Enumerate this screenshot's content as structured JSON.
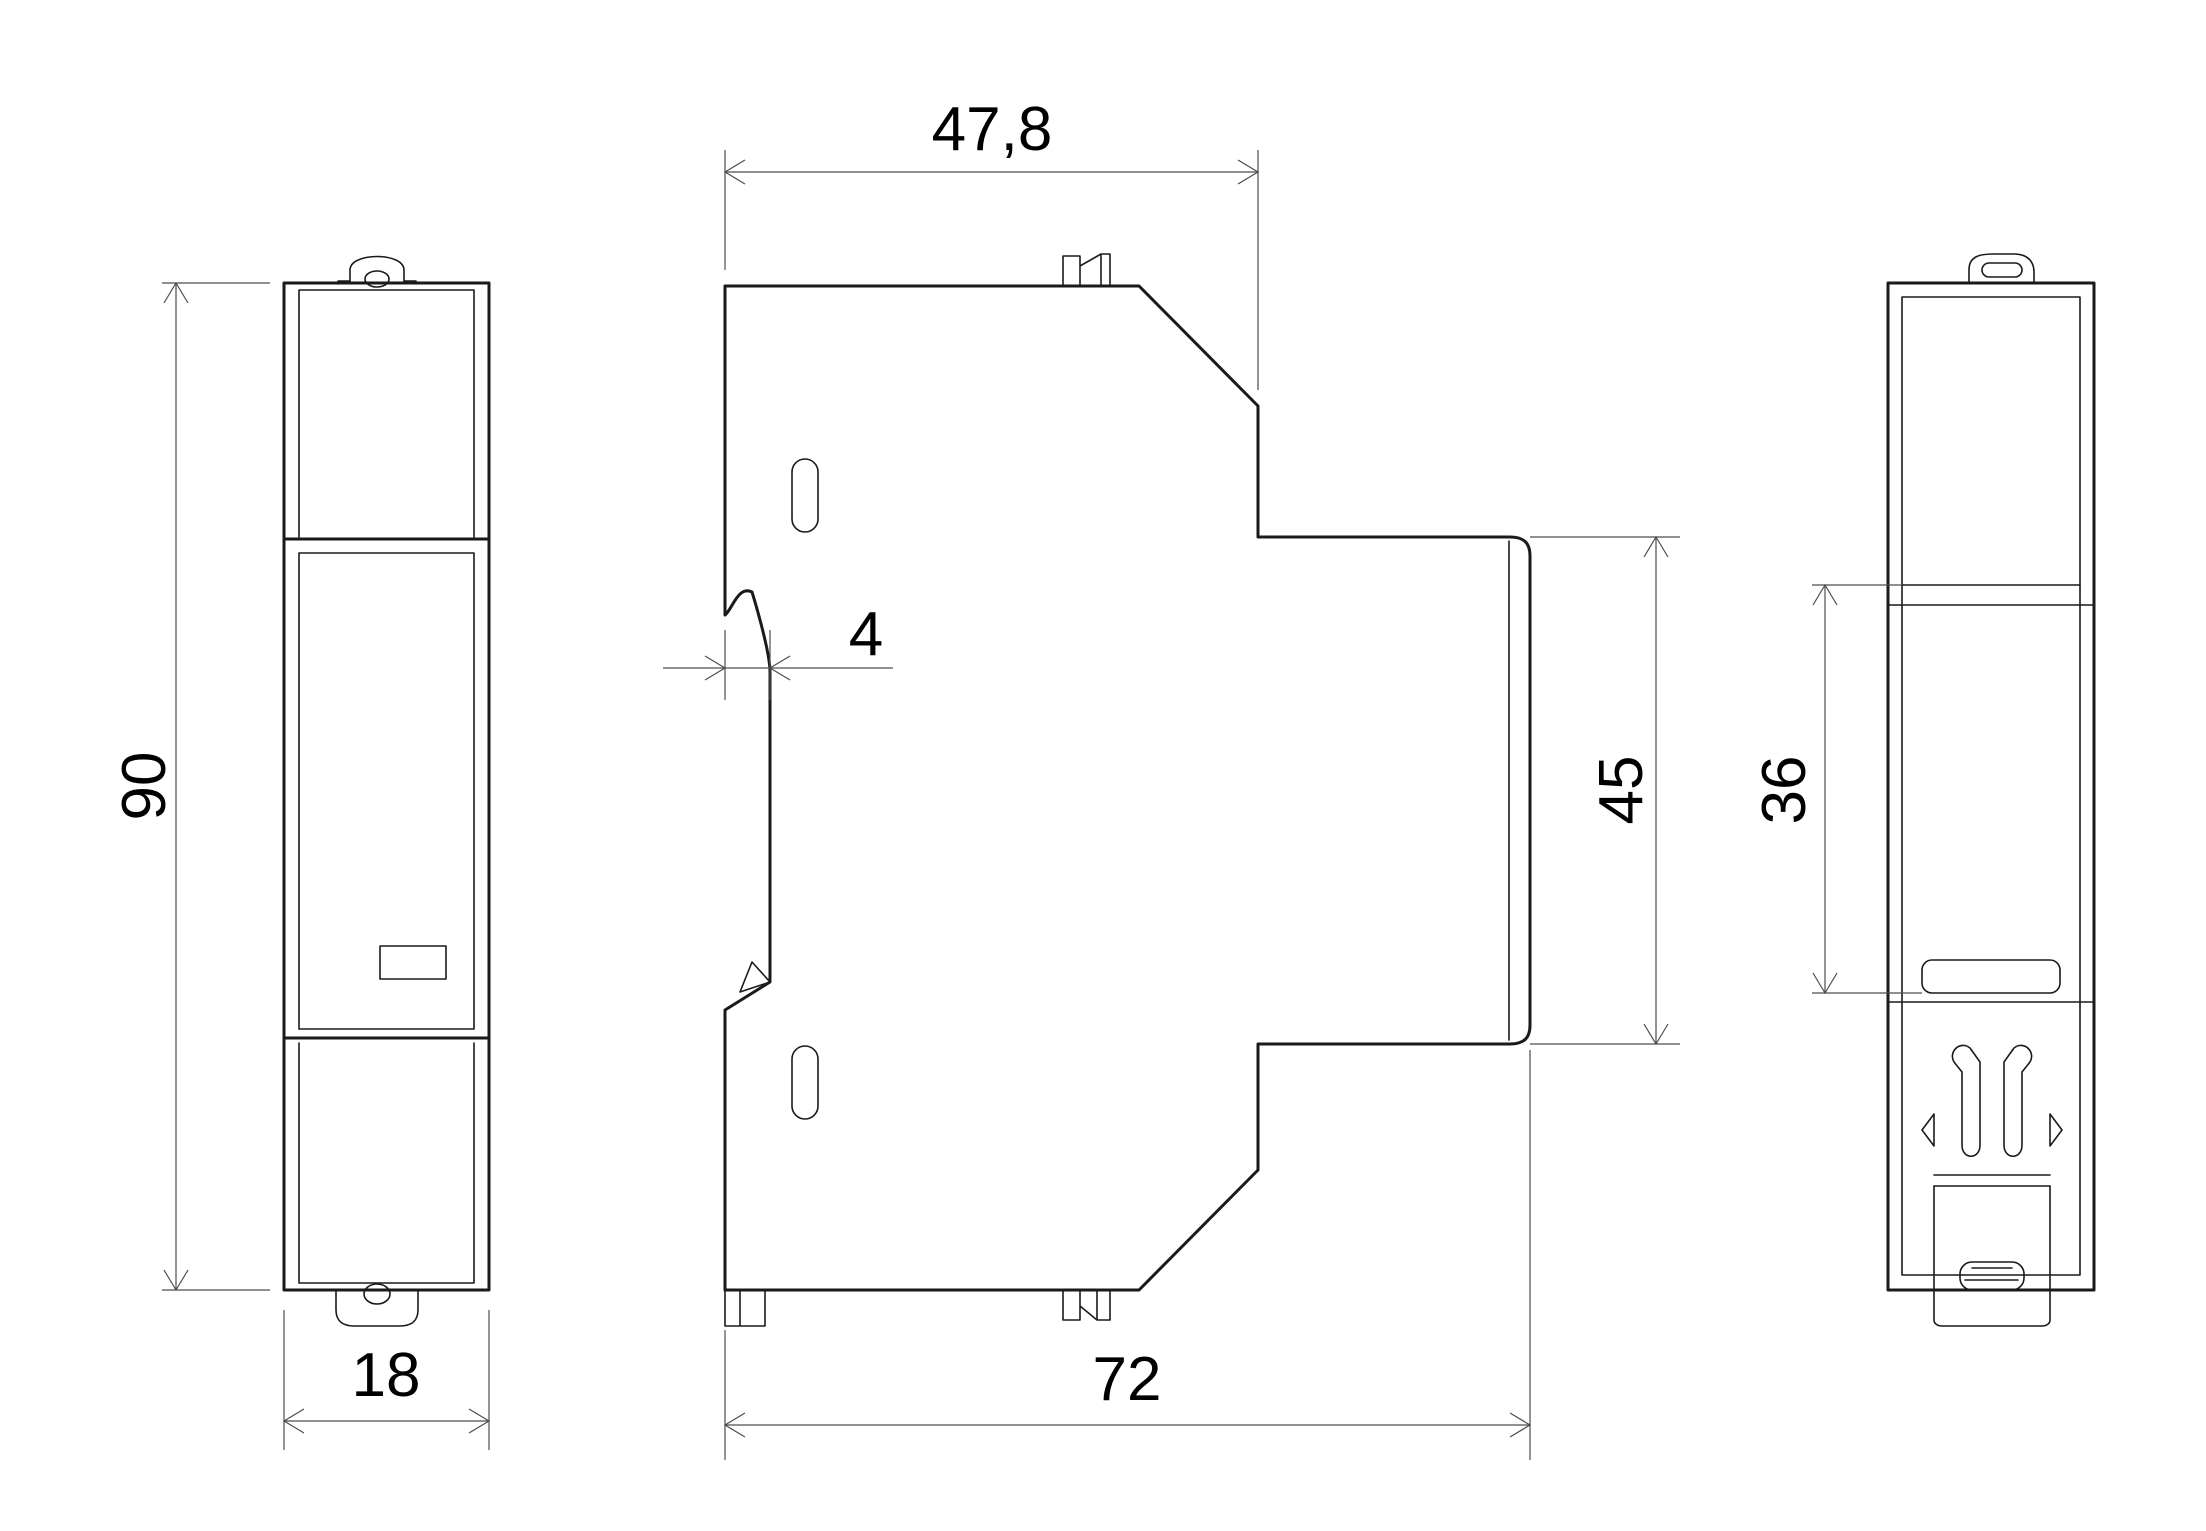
{
  "dimensions": {
    "height_90": "90",
    "width_18": "18",
    "depth_47_8": "47,8",
    "notch_4": "4",
    "depth_72": "72",
    "front_45": "45",
    "clip_36": "36"
  }
}
